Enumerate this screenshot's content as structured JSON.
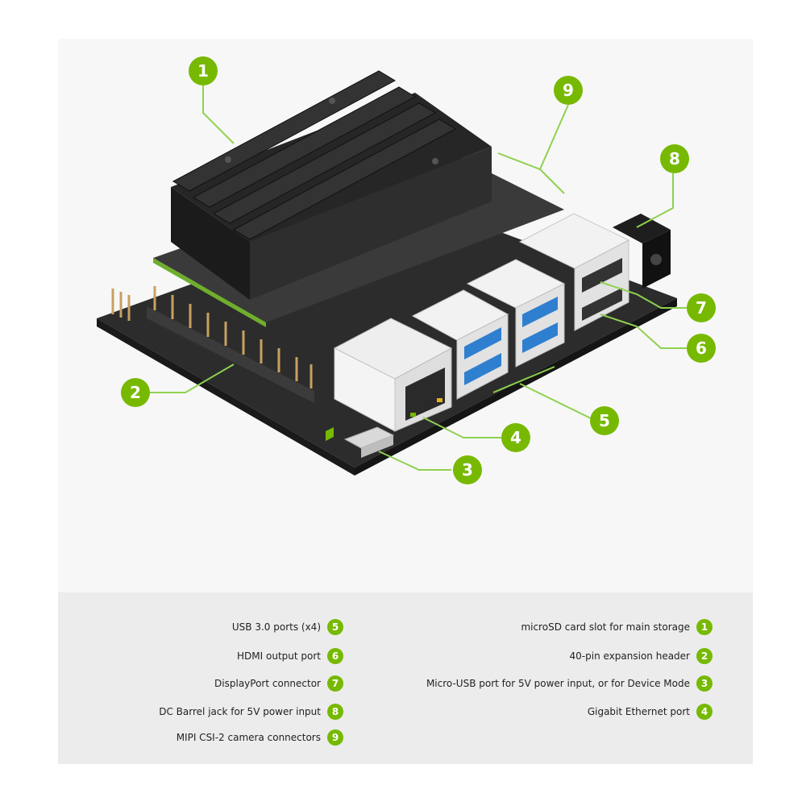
{
  "colors": {
    "accent": "#76b900",
    "callout_line": "#8fd14f",
    "board": "#2c2c2c",
    "heatsink": "#202020"
  },
  "callouts": [
    {
      "number": "1"
    },
    {
      "number": "2"
    },
    {
      "number": "3"
    },
    {
      "number": "4"
    },
    {
      "number": "5"
    },
    {
      "number": "6"
    },
    {
      "number": "7"
    },
    {
      "number": "8"
    },
    {
      "number": "9"
    }
  ],
  "legend": {
    "left_column": [
      {
        "number": "1",
        "text": "microSD card slot for main storage"
      },
      {
        "number": "2",
        "text": "40-pin expansion header"
      },
      {
        "number": "3",
        "text": "Micro-USB port for 5V power input, or for Device Mode"
      },
      {
        "number": "4",
        "text": "Gigabit Ethernet port"
      }
    ],
    "right_column": [
      {
        "number": "5",
        "text": "USB 3.0 ports (x4)"
      },
      {
        "number": "6",
        "text": "HDMI output port"
      },
      {
        "number": "7",
        "text": "DisplayPort connector"
      },
      {
        "number": "8",
        "text": "DC Barrel jack for 5V power input"
      },
      {
        "number": "9",
        "text": "MIPI CSI-2 camera connectors"
      }
    ]
  }
}
